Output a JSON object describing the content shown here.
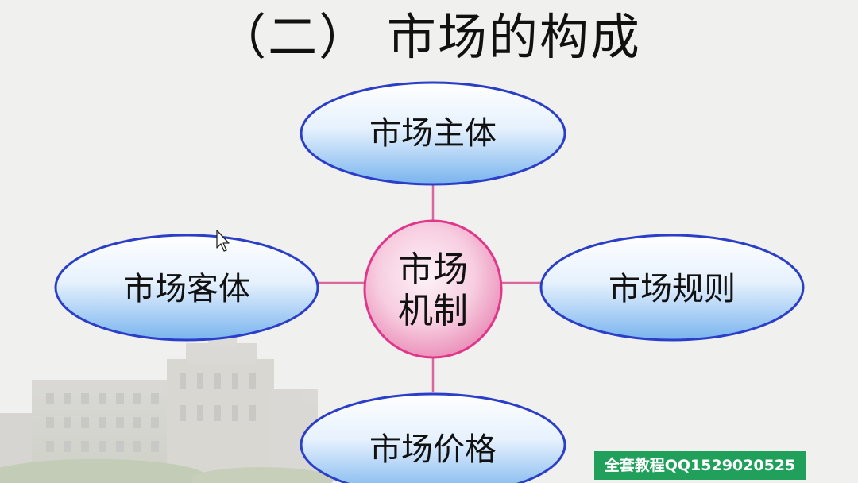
{
  "slide": {
    "title": "（二） 市场的构成",
    "watermark": "全套教程QQ1529020525"
  },
  "diagram": {
    "center": {
      "label_line1": "市场",
      "label_line2": "机制"
    },
    "nodes": {
      "top": "市场主体",
      "left": "市场客体",
      "right": "市场规则",
      "bottom": "市场价格"
    }
  },
  "colors": {
    "ellipse_fill_top": "#ffffff",
    "ellipse_fill_bottom": "#7eb8f0",
    "ellipse_stroke": "#2b3ec7",
    "center_fill_light": "#fdf0f6",
    "center_fill_dark": "#ec88b6",
    "center_stroke": "#e0378a",
    "connector": "#d9679e",
    "watermark_bg": "#20a05a"
  }
}
